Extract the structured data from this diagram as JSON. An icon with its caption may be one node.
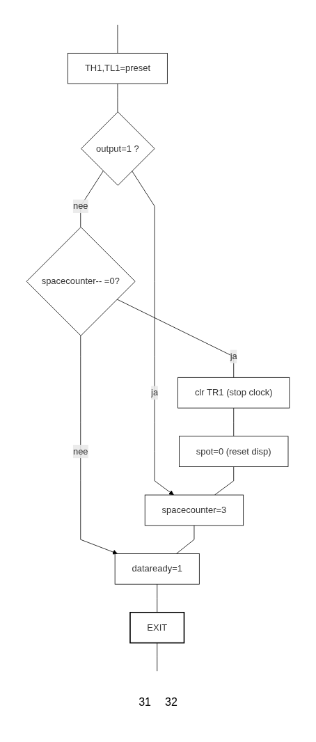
{
  "diagram": {
    "nodes": [
      {
        "text": [
          "TH1,TL1=preset"
        ]
      },
      {
        "text": [
          "output=1 ?"
        ]
      },
      {
        "text": [
          "spacecounter-- =0?"
        ]
      },
      {
        "text": [
          "clr TR1 (stop clock)"
        ]
      },
      {
        "text": [
          "spot=0 (reset disp)"
        ]
      },
      {
        "text": [
          "spacecounter=3"
        ]
      },
      {
        "text": [
          "dataready=1"
        ]
      },
      {
        "text": [
          "EXIT"
        ]
      }
    ],
    "edges": [
      {
        "from": null,
        "to": 0,
        "arrow": "none"
      },
      {
        "from": 0,
        "to": 1,
        "arrow": "none"
      },
      {
        "from": 1,
        "to": 2,
        "arrow": "none",
        "label": "nee"
      },
      {
        "from": 1,
        "to": 5,
        "arrow": "to",
        "label": "ja"
      },
      {
        "from": 2,
        "to": 3,
        "arrow": "none",
        "label": "ja"
      },
      {
        "from": 2,
        "to": 6,
        "arrow": "to",
        "label": "nee"
      },
      {
        "from": 3,
        "to": 4,
        "arrow": "none"
      },
      {
        "from": 4,
        "to": 5,
        "arrow": "none"
      },
      {
        "from": 5,
        "to": 6,
        "arrow": "none"
      },
      {
        "from": 6,
        "to": 7,
        "arrow": "none"
      },
      {
        "from": 7,
        "to": null,
        "arrow": "none"
      }
    ],
    "labels": [
      "31",
      "32"
    ]
  }
}
